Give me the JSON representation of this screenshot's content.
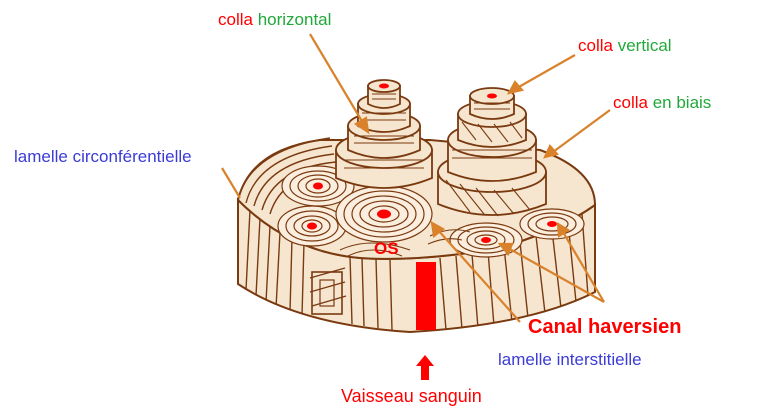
{
  "labels": {
    "colla_h": {
      "a": "colla",
      "b": "horizontal"
    },
    "colla_v": {
      "a": "colla",
      "b": "vertical"
    },
    "colla_b": {
      "a": "colla",
      "b": "en biais"
    },
    "lamelle_circ": "lamelle circonférentielle",
    "os": "OS",
    "canal": "Canal haversien",
    "lamelle_inter": "lamelle interstitielle",
    "vaisseau": "Vaisseau sanguin"
  },
  "colors": {
    "outline": "#7a3a10",
    "fill": "#f6e6d0",
    "pointer": "#d9822b",
    "vessel": "#ff0000",
    "red_text": "#ff0000",
    "green_text": "#22a83a",
    "blue_text": "#3b3bd6"
  }
}
